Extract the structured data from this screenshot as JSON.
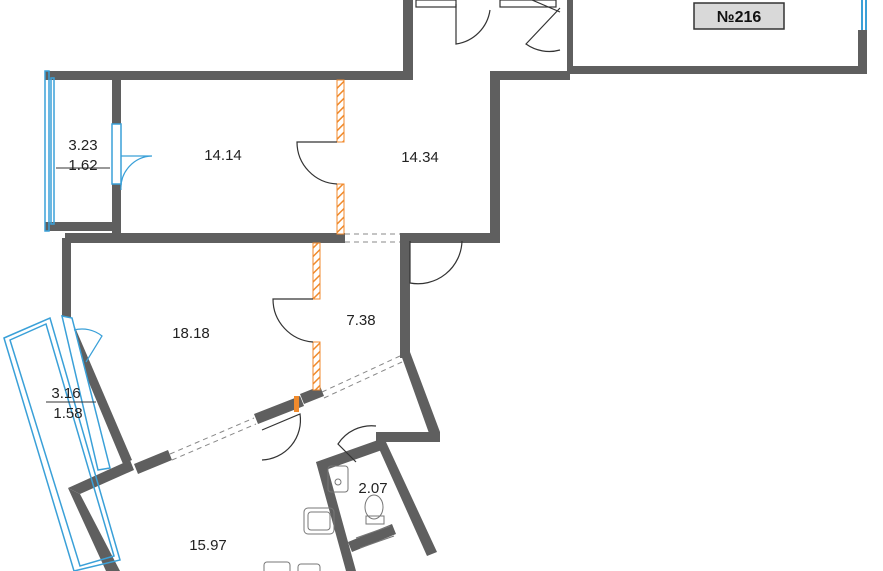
{
  "apartment": {
    "number_label": "№216"
  },
  "rooms": {
    "room_14_14": "14.14",
    "room_14_34": "14.34",
    "room_18_18": "18.18",
    "room_7_38": "7.38",
    "room_15_97": "15.97",
    "bathroom_2_07": "2.07"
  },
  "balconies": {
    "upper": {
      "area_top": "3.23",
      "area_bottom": "1.62"
    },
    "lower": {
      "area_top": "3.16",
      "area_bottom": "1.58"
    }
  },
  "colors": {
    "wall": "#5f5f5f",
    "glass": "#3aa0d8",
    "partition_hatch": "#f08a2c",
    "apt_badge_bg": "#d9d9d9"
  }
}
